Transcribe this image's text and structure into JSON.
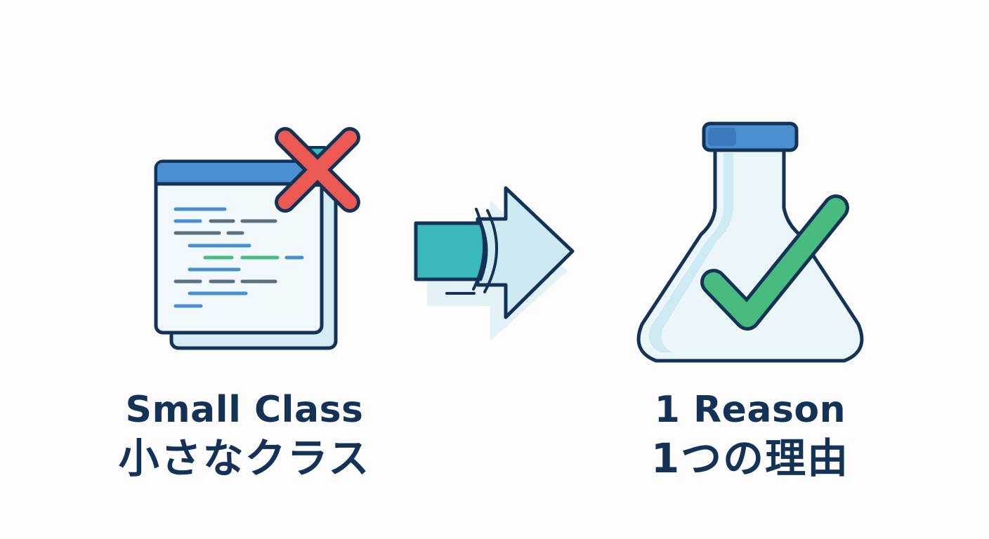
{
  "left": {
    "title_en": "Small Class",
    "title_ja": "小さなクラス",
    "icon": "code-window-icon",
    "badge_icon": "red-x-icon"
  },
  "middle": {
    "icon": "right-arrow-icon"
  },
  "right": {
    "title_en": "1 Reason",
    "title_ja": "1つの理由",
    "icon": "flask-icon",
    "badge_icon": "green-check-icon"
  },
  "colors": {
    "outline": "#143256",
    "title_bar": "#4a90d0",
    "code_blue": "#4a90d0",
    "code_gray": "#5a6f82",
    "code_green": "#48bb80",
    "x_red": "#ea5a52",
    "check_green": "#48bb80",
    "teal": "#3bb8bd",
    "light_blue": "#cde9f2",
    "background": "#fdfdfd"
  }
}
